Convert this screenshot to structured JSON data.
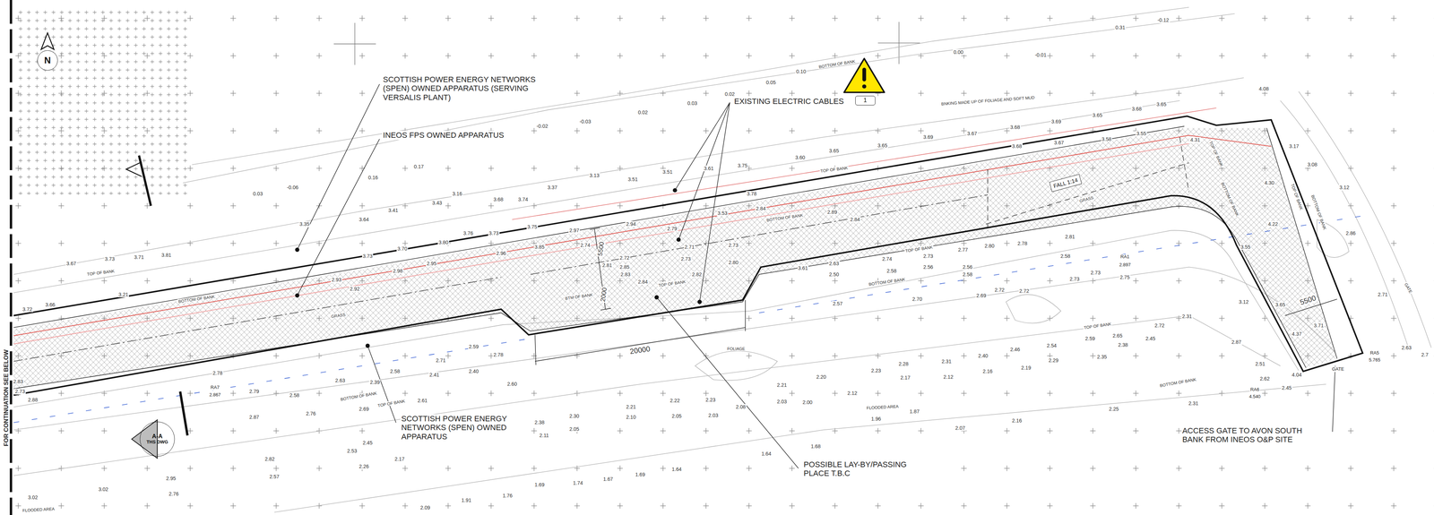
{
  "diagram": {
    "nodes": [
      {
        "text": [
          "N"
        ]
      },
      {
        "text": [
          "1"
        ]
      },
      {
        "text": [
          "FALL 1:14"
        ]
      },
      {
        "text": [
          "A-A",
          "THS DWG"
        ]
      }
    ],
    "labels": [
      "SCOTTISH POWER ENERGY NETWORKS (SPEN) OWNED APPARATUS (SERVING VERSALIS PLANT)",
      "INEOS FPS OWNED APPARATUS",
      "EXISTING ELECTRIC CABLES",
      "SCOTTISH POWER ENERGY NETWORKS (SPEN) OWNED APPARATUS",
      "POSSIBLE LAY-BY/PASSING PLACE T.B.C",
      "ACCESS GATE TO AVON SOUTH BANK FROM INEOS O&P SITE",
      "FOR CONTINUATION SEE BELOW",
      "BNKING MADE UP OF FOLIAGE AND SOFT MUD",
      "5500",
      "2000",
      "20000",
      "5500",
      "BOTTOM OF BANK",
      "TOP OF BANK",
      "BOTTOM OF BANK",
      "TOP OF BANK",
      "BOTTOM OF BANK",
      "GRASS",
      "BTM OF BANK",
      "TOP OF BANK",
      "TOP OF BANK",
      "BOTTOM OF BANK",
      "FOLIAGE",
      "TOP OF BANK",
      "BOTTOM OF BANK",
      "TOP OF BANK",
      "BOTTOM OF BANK",
      "FLOODED AREA",
      "FLOODED AREA",
      "TOP OF BANK",
      "BOTTOM OF BANK",
      "TOP OF BANK",
      "BOTTOM OF BANK",
      "GRASS",
      "GATE",
      "RA1",
      "2.897",
      "RA5",
      "5.765",
      "RA6",
      "4.540",
      "RA7",
      "2.867",
      "GATE",
      "0.00",
      "-0.01",
      "0.31",
      "-0.12",
      "4.08",
      "0.05",
      "0.02",
      "0.03",
      "0.02",
      "-0.03",
      "-0.02",
      "0.17",
      "0.16",
      "0.03",
      "-0.06",
      "0.10",
      "3.13",
      "3.51",
      "3.51",
      "3.61",
      "3.75",
      "3.60",
      "3.65",
      "3.65",
      "3.69",
      "3.67",
      "3.68",
      "3.69",
      "3.65",
      "3.68",
      "3.65",
      "3.37",
      "3.74",
      "3.68",
      "3.16",
      "3.43",
      "3.41",
      "3.64",
      "3.35",
      "3.73",
      "3.70",
      "3.80",
      "3.76",
      "3.73",
      "3.75",
      "3.67",
      "3.73",
      "3.71",
      "3.81",
      "3.72",
      "3.66",
      "3.78",
      "3.68",
      "3.67",
      "3.58",
      "3.55",
      "2.98",
      "2.95",
      "2.96",
      "3.85",
      "2.97",
      "2.74",
      "2.94",
      "2.79",
      "3.53",
      "2.84",
      "2.89",
      "2.84",
      "2.93",
      "2.92",
      "3.21",
      "2.72",
      "2.81",
      "2.85",
      "2.83",
      "2.84",
      "2.73",
      "2.71",
      "2.73",
      "2.80",
      "2.82",
      "3.61",
      "2.63",
      "2.74",
      "2.73",
      "2.77",
      "2.80",
      "2.78",
      "2.50",
      "2.58",
      "2.56",
      "2.56",
      "2.58",
      "2.81",
      "2.58",
      "2.73",
      "2.75",
      "2.72",
      "2.73",
      "3.55",
      "3.12",
      "3.65",
      "3.71",
      "4.22",
      "4.31",
      "3.17",
      "3.08",
      "3.12",
      "2.86",
      "2.71",
      "2.63",
      "2.7",
      "4.30",
      "4.37",
      "2.57",
      "2.70",
      "2.69",
      "2.72",
      "2.71",
      "2.59",
      "2.78",
      "2.58",
      "2.41",
      "2.40",
      "2.63",
      "2.39",
      "2.60",
      "2.61",
      "2.78",
      "2.79",
      "2.58",
      "2.88",
      "2.73",
      "2.83",
      "2.87",
      "2.76",
      "2.69",
      "2.21",
      "2.20",
      "2.12",
      "2.23",
      "2.28",
      "2.31",
      "2.40",
      "2.46",
      "2.54",
      "2.59",
      "2.65",
      "2.72",
      "2.17",
      "2.12",
      "2.16",
      "2.19",
      "2.29",
      "2.35",
      "2.38",
      "2.45",
      "2.03",
      "2.00",
      "2.21",
      "2.22",
      "2.23",
      "2.08",
      "2.05",
      "2.03",
      "2.10",
      "2.38",
      "2.30",
      "2.11",
      "2.05",
      "1.87",
      "1.96",
      "2.07",
      "2.16",
      "2.25",
      "2.31",
      "2.45",
      "2.62",
      "4.04",
      "2.51",
      "2.87",
      "2.31",
      "1.68",
      "1.64",
      "1.64",
      "1.69",
      "1.67",
      "1.74",
      "1.69",
      "1.76",
      "1.91",
      "2.09",
      "2.17",
      "2.45",
      "2.53",
      "2.26",
      "2.82",
      "2.57",
      "2.95",
      "2.76",
      "3.02",
      "3.02"
    ]
  }
}
